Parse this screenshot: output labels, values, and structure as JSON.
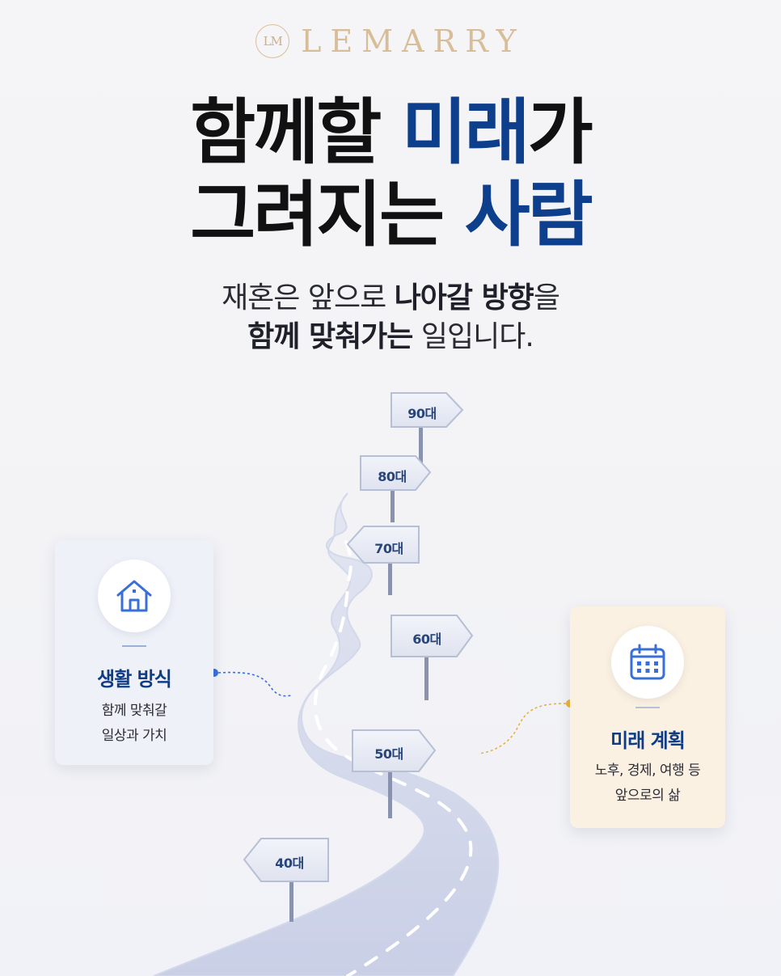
{
  "brand": {
    "logo_mark": "LM",
    "logo_text": "LEMARRY",
    "logo_color": "#d8bd99"
  },
  "headline": {
    "line1_pre": "함께할 ",
    "line1_highlight": "미래",
    "line1_post": "가",
    "line2_pre": "그려지는 ",
    "line2_highlight": "사람",
    "highlight_color": "#0d3f8c"
  },
  "subtitle": {
    "line1_normal": "재혼은 앞으로 ",
    "line1_bold": "나아갈 방향",
    "line1_end": "을",
    "line2_bold": "함께 맞춰가는",
    "line2_end": " 일입니다."
  },
  "signposts": [
    "90대",
    "80대",
    "70대",
    "60대",
    "50대",
    "40대"
  ],
  "left_card": {
    "icon": "house-icon",
    "title": "생활 방식",
    "desc_line1": "함께 맞춰갈",
    "desc_line2": "일상과 가치",
    "accent": "#3a6fd8"
  },
  "right_card": {
    "icon": "calendar-icon",
    "title": "미래 계획",
    "desc_line1": "노후, 경제, 여행 등",
    "desc_line2": "앞으로의 삶",
    "accent": "#e8b23a"
  }
}
